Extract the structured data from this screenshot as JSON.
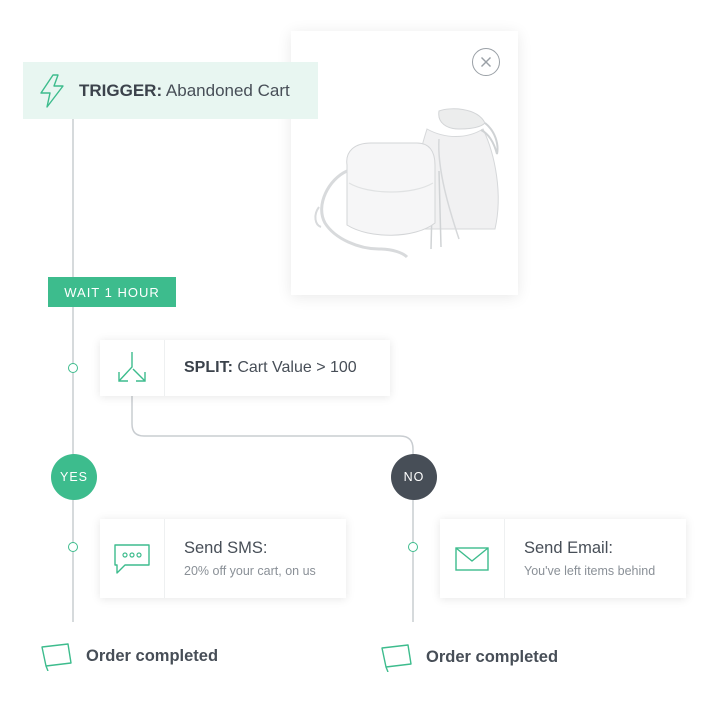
{
  "trigger": {
    "keyword": "TRIGGER:",
    "value": "Abandoned Cart",
    "icon": "lightning-icon"
  },
  "product_card": {
    "image": "handbags",
    "close_icon": "close-icon"
  },
  "wait": {
    "label": "WAIT 1 HOUR"
  },
  "split": {
    "keyword": "SPLIT:",
    "value": "Cart Value > 100",
    "icon": "split-arrows-icon"
  },
  "branches": {
    "yes": {
      "label": "YES",
      "action": {
        "title": "Send SMS:",
        "subtitle": "20% off your cart, on us",
        "icon": "sms-icon"
      },
      "end": {
        "label": "Order completed",
        "icon": "flag-icon"
      }
    },
    "no": {
      "label": "NO",
      "action": {
        "title": "Send Email:",
        "subtitle": "You've left items behind",
        "icon": "envelope-icon"
      },
      "end": {
        "label": "Order completed",
        "icon": "flag-icon"
      }
    }
  },
  "colors": {
    "accent": "#3dbc8d",
    "dark": "#474e57",
    "line": "#c9cdd1",
    "trigger_bg": "#e8f6f1"
  }
}
